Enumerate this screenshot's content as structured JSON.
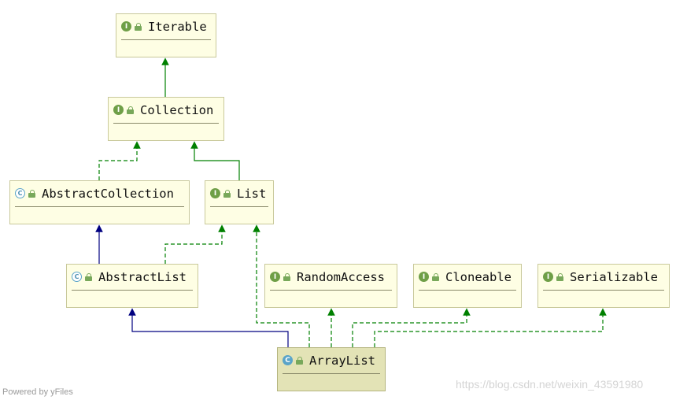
{
  "nodes": {
    "iterable": {
      "name": "Iterable",
      "kind": "interface",
      "badge": "I"
    },
    "collection": {
      "name": "Collection",
      "kind": "interface",
      "badge": "I"
    },
    "abstract_collection": {
      "name": "AbstractCollection",
      "kind": "abstract-class",
      "badge": "C"
    },
    "list": {
      "name": "List",
      "kind": "interface",
      "badge": "I"
    },
    "abstract_list": {
      "name": "AbstractList",
      "kind": "abstract-class",
      "badge": "C"
    },
    "random_access": {
      "name": "RandomAccess",
      "kind": "interface",
      "badge": "I"
    },
    "cloneable": {
      "name": "Cloneable",
      "kind": "interface",
      "badge": "I"
    },
    "serializable": {
      "name": "Serializable",
      "kind": "interface",
      "badge": "I"
    },
    "array_list": {
      "name": "ArrayList",
      "kind": "class",
      "badge": "C"
    }
  },
  "edges": [
    {
      "from": "Collection",
      "to": "Iterable",
      "type": "extends-interface",
      "style": "solid",
      "color": "#008000"
    },
    {
      "from": "AbstractCollection",
      "to": "Collection",
      "type": "implements",
      "style": "dashed",
      "color": "#008000"
    },
    {
      "from": "List",
      "to": "Collection",
      "type": "extends-interface",
      "style": "solid",
      "color": "#008000"
    },
    {
      "from": "AbstractList",
      "to": "AbstractCollection",
      "type": "extends-class",
      "style": "solid",
      "color": "#000080"
    },
    {
      "from": "AbstractList",
      "to": "List",
      "type": "implements",
      "style": "dashed",
      "color": "#008000"
    },
    {
      "from": "ArrayList",
      "to": "AbstractList",
      "type": "extends-class",
      "style": "solid",
      "color": "#000080"
    },
    {
      "from": "ArrayList",
      "to": "List",
      "type": "implements",
      "style": "dashed",
      "color": "#008000"
    },
    {
      "from": "ArrayList",
      "to": "RandomAccess",
      "type": "implements",
      "style": "dashed",
      "color": "#008000"
    },
    {
      "from": "ArrayList",
      "to": "Cloneable",
      "type": "implements",
      "style": "dashed",
      "color": "#008000"
    },
    {
      "from": "ArrayList",
      "to": "Serializable",
      "type": "implements",
      "style": "dashed",
      "color": "#008000"
    }
  ],
  "footer": {
    "powered_by": "Powered by yFiles",
    "watermark": "https://blog.csdn.net/weixin_43591980"
  },
  "colors": {
    "node_fill": "#fefee4",
    "node_highlight_fill": "#e3e3b6",
    "interface_badge": "#6f9f47",
    "class_badge": "#5aa4c8",
    "implements_edge": "#008000",
    "extends_edge": "#000080"
  }
}
